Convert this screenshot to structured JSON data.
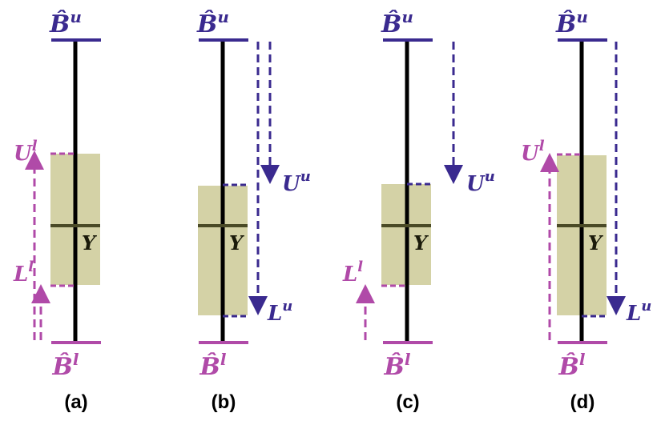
{
  "colors": {
    "upper": "#3a2a8f",
    "lower": "#b04aa8",
    "box_fill": "#d4d2a6",
    "axis": "#000000",
    "y_line": "#4a4a26"
  },
  "labels": {
    "b_upper": "B̂",
    "b_upper_sup": "u",
    "b_lower": "B̂",
    "b_lower_sup": "l",
    "u_letter": "U",
    "l_letter": "L",
    "sup_u": "u",
    "sup_l": "l",
    "y": "Y"
  },
  "panels": [
    {
      "caption": "(a)"
    },
    {
      "caption": "(b)"
    },
    {
      "caption": "(c)"
    },
    {
      "caption": "(d)"
    }
  ]
}
